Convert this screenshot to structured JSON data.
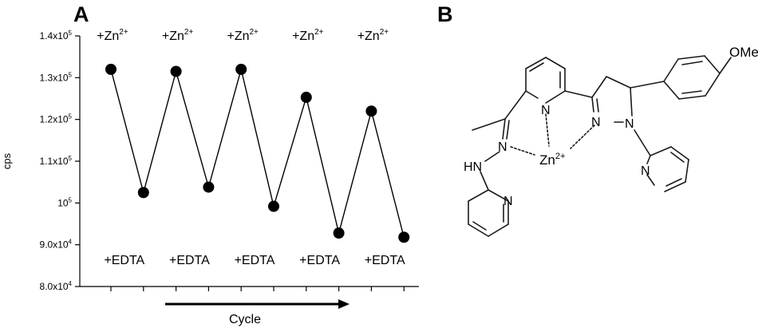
{
  "panels": {
    "a_label": "A",
    "b_label": "B"
  },
  "chart_data": {
    "type": "scatter",
    "line": true,
    "x": [
      1,
      2,
      3,
      4,
      5,
      6,
      7,
      8,
      9,
      10
    ],
    "series": [
      {
        "values": [
          132000,
          102500,
          131500,
          103800,
          132000,
          99200,
          125300,
          92800,
          122000,
          91800
        ]
      }
    ],
    "ylabel": "cps",
    "xlabel": "Cycle",
    "ylim": [
      80000,
      140000
    ],
    "yticks": [
      140000,
      130000,
      120000,
      110000,
      100000,
      90000,
      80000
    ],
    "ytick_labels": [
      {
        "base": "1.4x10",
        "exp": "5"
      },
      {
        "base": "1.3x10",
        "exp": "5"
      },
      {
        "base": "1.2x10",
        "exp": "5"
      },
      {
        "base": "1.1x10",
        "exp": "5"
      },
      {
        "base": "10",
        "exp": "5"
      },
      {
        "base": "9.0x10",
        "exp": "4"
      },
      {
        "base": "8.0x10",
        "exp": "4"
      }
    ],
    "top_annotation": {
      "base": "+Zn",
      "sup": "2+"
    },
    "bottom_annotation": "+EDTA",
    "annotation_count": 5,
    "grid": false,
    "marker_color": "#000000"
  },
  "structure": {
    "ome_label": "OMe",
    "n_label": "N",
    "hn_label": "HN",
    "zn_label": {
      "base": "Zn",
      "sup": "2+"
    }
  }
}
